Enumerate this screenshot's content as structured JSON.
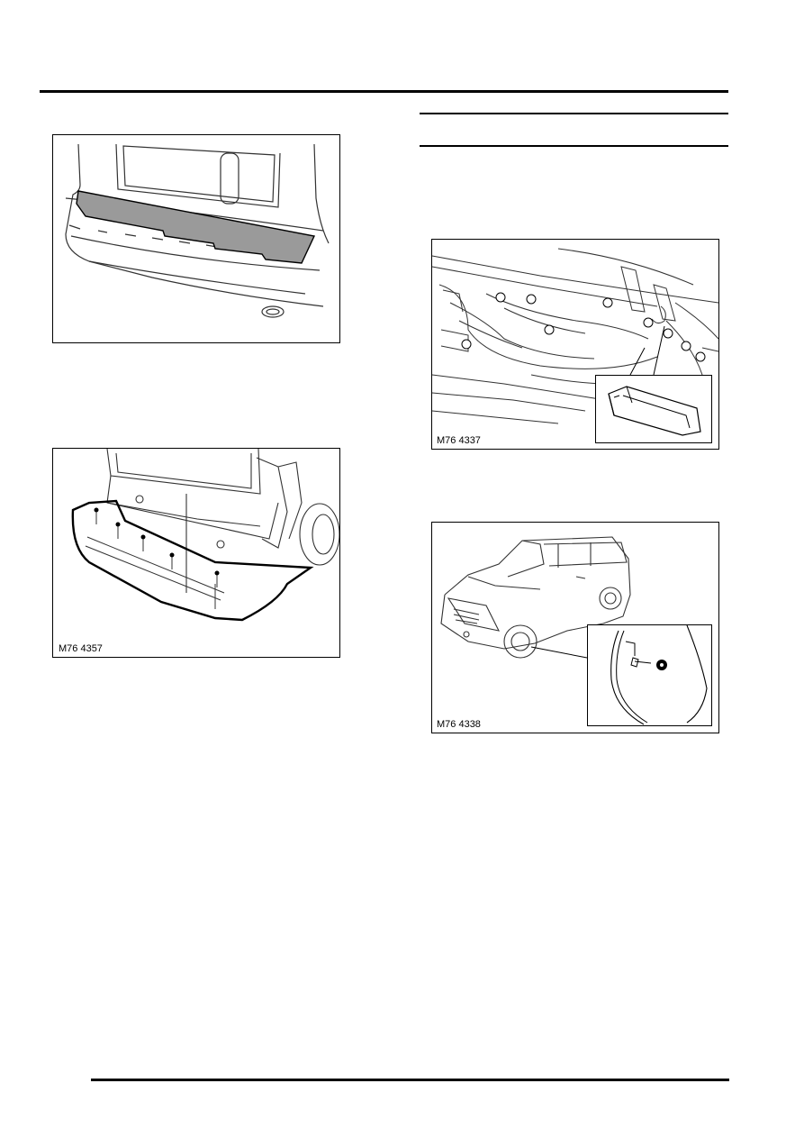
{
  "page": {
    "figures": [
      {
        "id": "rear-bumper-trim",
        "label": ""
      },
      {
        "id": "rear-bumper-cover",
        "label": "M76 4357"
      },
      {
        "id": "underbody-panel",
        "label": "M76 4337"
      },
      {
        "id": "wheel-arch-liner",
        "label": "M76 4338"
      }
    ]
  }
}
